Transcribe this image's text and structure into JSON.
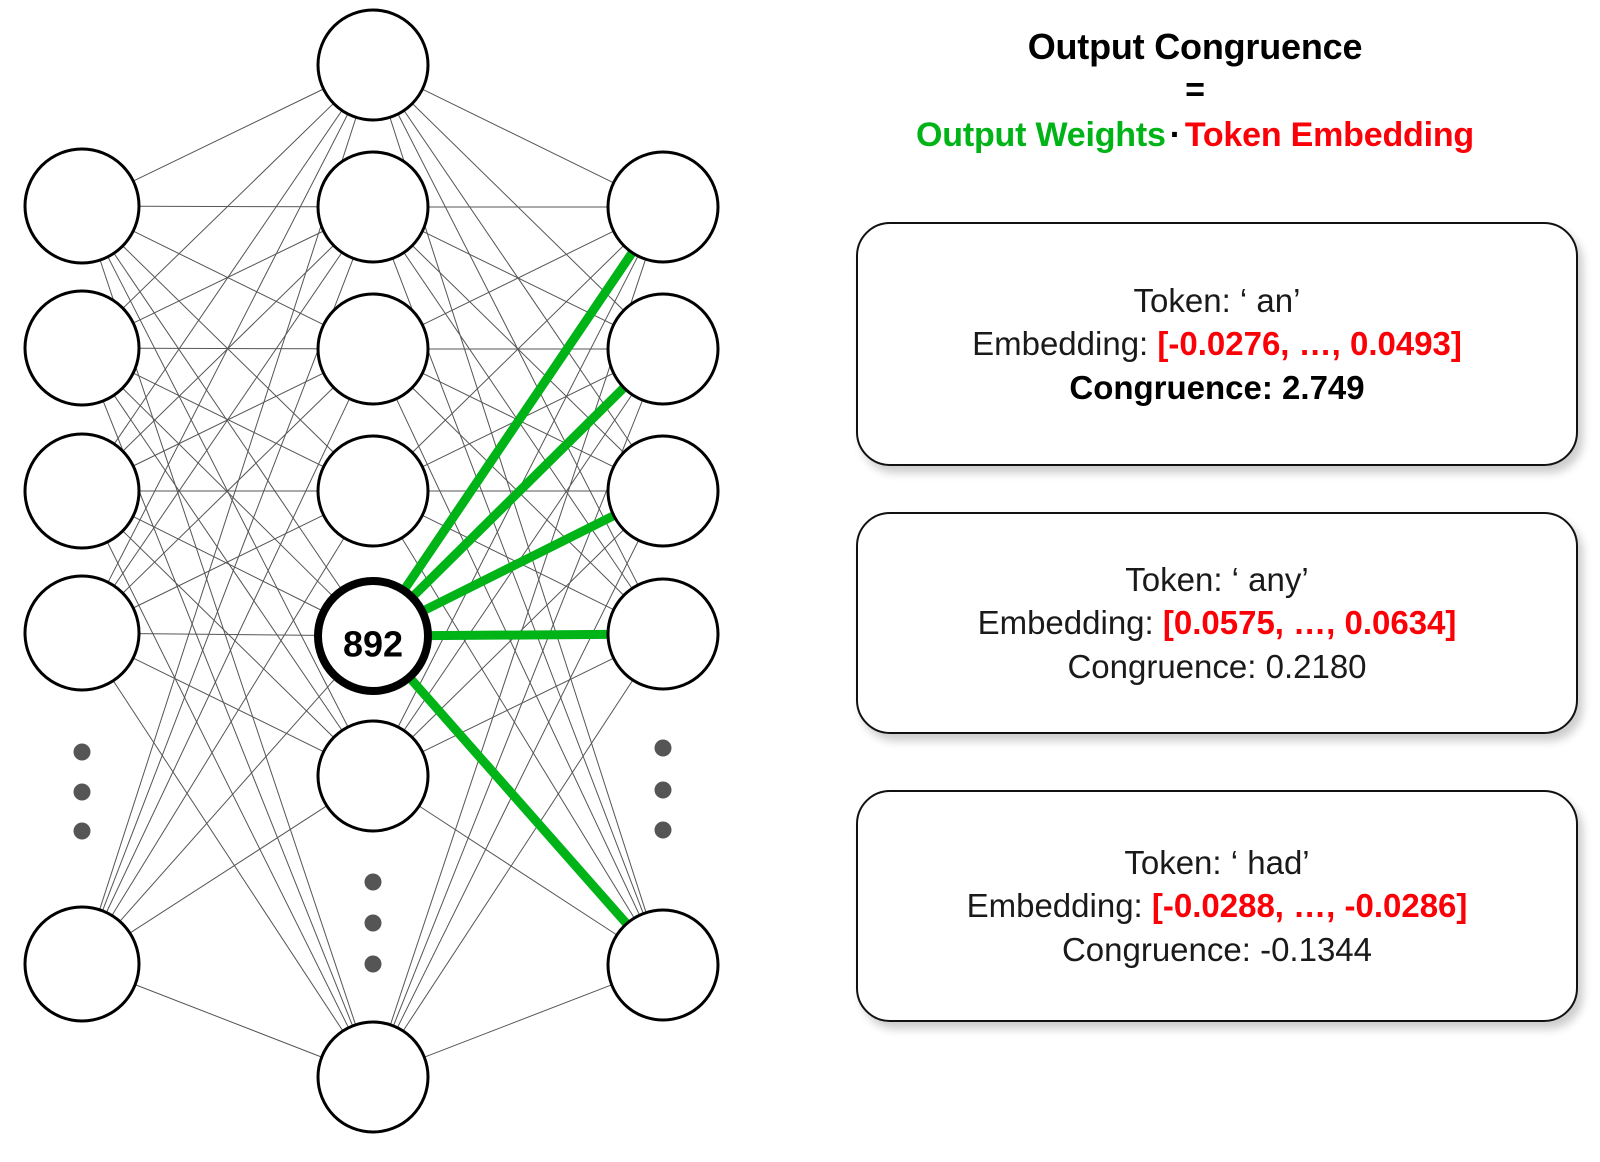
{
  "diagram": {
    "title": "output-congruence-diagram",
    "network": {
      "highlighted_node_label": "892",
      "layers": [
        {
          "name": "input-layer",
          "visible_nodes": 5,
          "has_ellipsis": true
        },
        {
          "name": "hidden-layer",
          "visible_nodes": 6,
          "has_ellipsis": true
        },
        {
          "name": "output-layer",
          "visible_nodes": 5,
          "has_ellipsis": true
        }
      ],
      "highlight_color": "#00b317",
      "edge_color": "#555555"
    }
  },
  "formula": {
    "title": "Output Congruence",
    "equals": "=",
    "left_term": "Output Weights",
    "operator": "·",
    "right_term": "Token Embedding",
    "left_term_color": "#00b317",
    "right_term_color": "#fb0007"
  },
  "cards": [
    {
      "token_label": "Token:",
      "token_value": "‘ an’",
      "embedding_label": "Embedding:",
      "embedding_value": "[-0.0276, …, 0.0493]",
      "congruence_label": "Congruence:",
      "congruence_value": "2.749",
      "emphasized": true
    },
    {
      "token_label": "Token:",
      "token_value": "‘ any’",
      "embedding_label": "Embedding:",
      "embedding_value": "[0.0575, …, 0.0634]",
      "congruence_label": "Congruence:",
      "congruence_value": "0.2180",
      "emphasized": false
    },
    {
      "token_label": "Token:",
      "token_value": "‘ had’",
      "embedding_label": "Embedding:",
      "embedding_value": "[-0.0288, …, -0.0286]",
      "congruence_label": "Congruence:",
      "congruence_value": "-0.1344",
      "emphasized": false
    }
  ]
}
